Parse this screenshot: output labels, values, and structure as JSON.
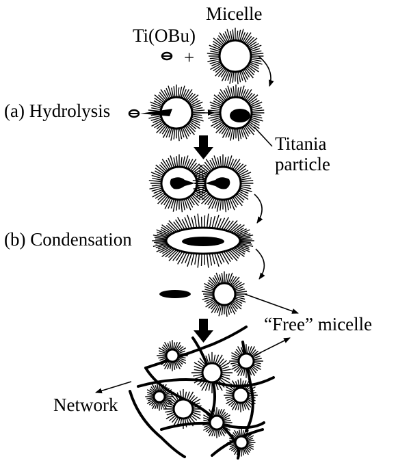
{
  "labels": {
    "micelle": "Micelle",
    "precursor": "Ti(OBu)",
    "plus": "+",
    "hydrolysis": "(a) Hydrolysis",
    "titania_line1": "Titania",
    "titania_line2": "particle",
    "condensation": "(b) Condensation",
    "free_micelle": "“Free” micelle",
    "network": "Network"
  },
  "colors": {
    "ink": "#000000",
    "background": "#ffffff"
  }
}
